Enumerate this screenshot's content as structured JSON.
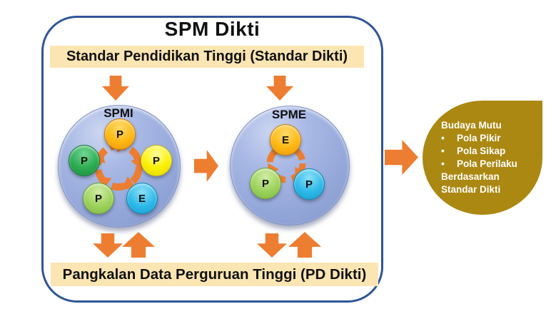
{
  "diagram": {
    "title": "SPM Dikti",
    "top_banner": "Standar Pendidikan Tinggi (Standar Dikti)",
    "bottom_banner": "Pangkalan Data Perguruan Tinggi (PD Dikti)",
    "spmi": {
      "label": "SPMI",
      "nodes": [
        {
          "letter": "P",
          "position": "top",
          "color": "#FDB813"
        },
        {
          "letter": "P",
          "position": "right",
          "color": "#FCF000"
        },
        {
          "letter": "E",
          "position": "bottom-right",
          "color": "#2FB9E8"
        },
        {
          "letter": "P",
          "position": "bottom-left",
          "color": "#9ED25E"
        },
        {
          "letter": "P",
          "position": "left",
          "color": "#2CAB52"
        }
      ]
    },
    "spme": {
      "label": "SPME",
      "nodes": [
        {
          "letter": "E",
          "position": "top",
          "color": "#FDB813"
        },
        {
          "letter": "P",
          "position": "bottom-left",
          "color": "#9ED25E"
        },
        {
          "letter": "P",
          "position": "bottom-right",
          "color": "#2FB9E8"
        }
      ]
    },
    "budaya": {
      "title": "Budaya Mutu",
      "bullet_char": "•",
      "bullets": [
        "Pola Pikir",
        "Pola Sikap",
        "Pola Perilaku"
      ],
      "footer_line1": "Berdasarkan",
      "footer_line2": "Standar Dikti"
    },
    "colors": {
      "border_blue": "#2F5597",
      "banner_cream": "#FBE5B2",
      "arrow_orange": "#ED7D31",
      "circle_blue": "#94A7D9",
      "blob_gold": "#AB8812"
    }
  }
}
